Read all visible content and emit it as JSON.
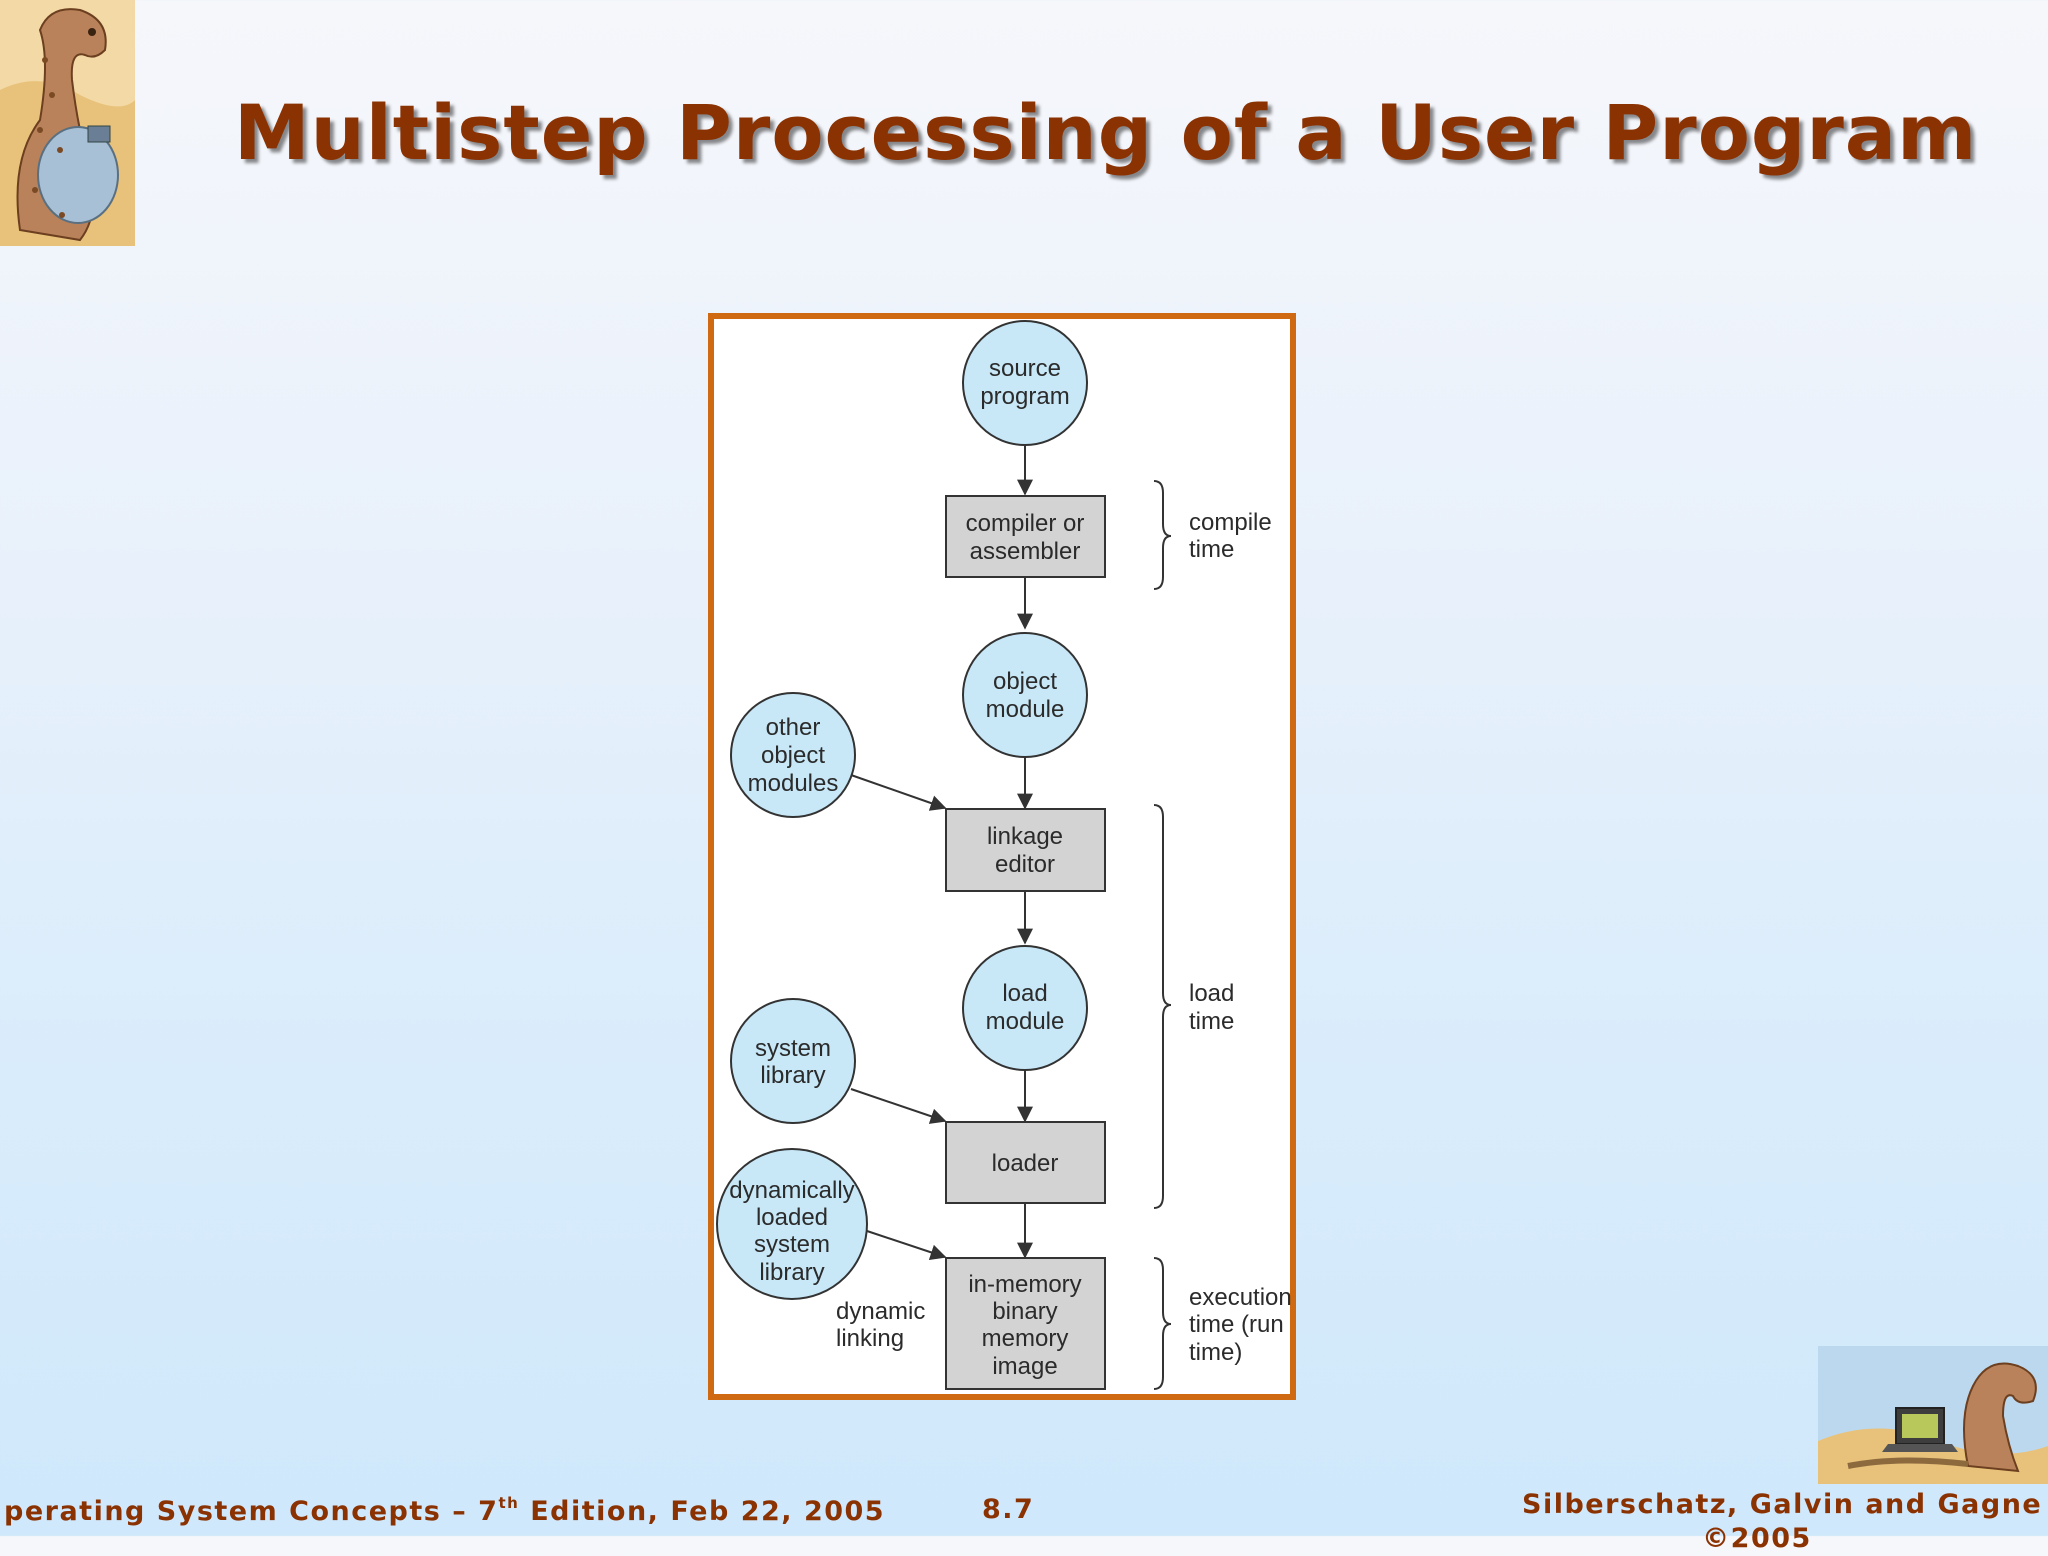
{
  "slide": {
    "title": "Multistep Processing of a User Program",
    "footer_left_pre": "perating System Concepts – 7",
    "footer_left_sup": "th",
    "footer_left_post": " Edition, Feb 22, 2005",
    "page_number": "8.7",
    "footer_right_line1": "Silberschatz, Galvin and Gagne",
    "footer_right_line2": "©2005"
  },
  "diagram": {
    "colors": {
      "frame": "#d06a12",
      "circle_fill": "#c8e8f8",
      "box_fill": "#d3d3d3",
      "stroke": "#333333"
    },
    "nodes": {
      "source_program": [
        "source",
        "program"
      ],
      "compiler": [
        "compiler or",
        "assembler"
      ],
      "object_module": [
        "object",
        "module"
      ],
      "other_object_modules": [
        "other",
        "object",
        "modules"
      ],
      "linkage_editor": [
        "linkage",
        "editor"
      ],
      "load_module": [
        "load",
        "module"
      ],
      "system_library": [
        "system",
        "library"
      ],
      "loader": [
        "loader"
      ],
      "dynamic_library": [
        "dynamically",
        "loaded",
        "system",
        "library"
      ],
      "in_memory_image": [
        "in-memory",
        "binary",
        "memory",
        "image"
      ]
    },
    "annotations": {
      "dynamic_linking": [
        "dynamic",
        "linking"
      ],
      "compile_time": [
        "compile",
        "time"
      ],
      "load_time": [
        "load",
        "time"
      ],
      "execution_time": [
        "execution",
        "time (run",
        "time)"
      ]
    }
  }
}
